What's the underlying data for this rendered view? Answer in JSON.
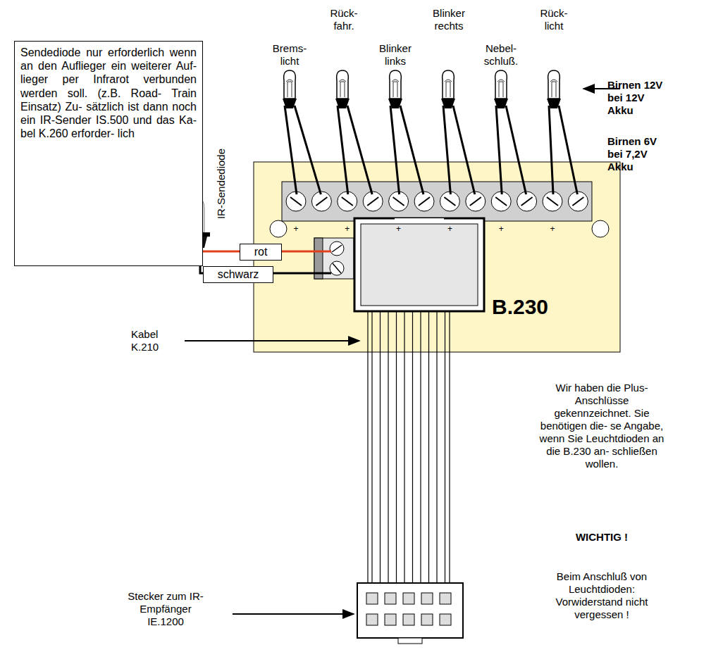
{
  "diagram": {
    "nodes": [
      {
        "text": [
          "Sendediode nur erforderlich wenn an den Auflieger ein weiterer Auf- lieger per Infrarot verbunden werden soll. (z.B. Road- Train Einsatz) Zu- sätzlich ist dann noch ein IR-Sender IS.500 und das Ka- bel K.260 erforder- lich"
        ]
      },
      {
        "text": [
          "B.230"
        ]
      },
      {
        "text": [
          "rot"
        ]
      },
      {
        "text": [
          "schwarz"
        ]
      }
    ],
    "labels": [
      "Rück- fahr.",
      "Blinker rechts",
      "Rück- licht",
      "Brems- licht",
      "Blinker links",
      "Nebel- schluß.",
      "Birnen 12V bei 12V Akku",
      "Birnen 6V bei 7,2V Akku",
      "IR-Sendediode",
      "+",
      "+",
      "+",
      "+",
      "+",
      "+",
      "Kabel K.210",
      "Wir haben die Plus-Anschlüsse gekennzeichnet. Sie benötigen die- se Angabe, wenn Sie Leuchtdioden an die B.230 an- schließen wollen.",
      "WICHTIG !",
      "Beim Anschluß von Leuchtdioden: Vorwiderstand nicht vergessen !",
      "Stecker zum IR-Empfänger IE.1200"
    ]
  }
}
